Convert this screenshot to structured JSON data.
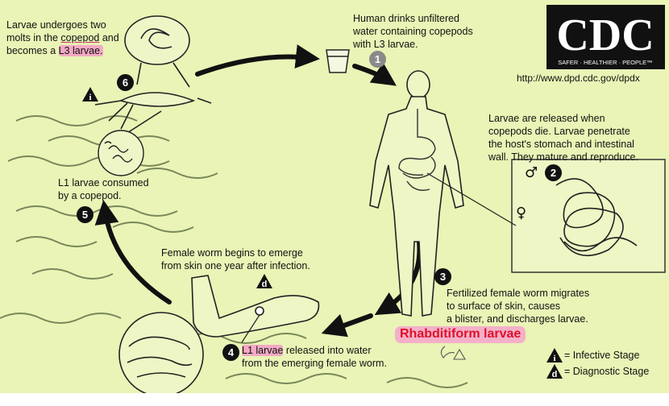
{
  "texts": {
    "molt_line1": "Larvae undergoes two",
    "molt_line2a": "molts in the ",
    "molt_line2b": "copepod",
    "molt_line2c": " and",
    "molt_line3a": "becomes a ",
    "molt_line3b": "L3 larvae.",
    "drink_line1": "Human drinks unfiltered",
    "drink_line2": "water containing copepods",
    "drink_line3": "with L3 larvae.",
    "url": "http://www.dpd.cdc.gov/dpdx",
    "release_line1": "Larvae are released when",
    "release_line2": "copepods die.  Larvae penetrate",
    "release_line3": "the host's stomach and intestinal",
    "release_line4": "wall.  They mature and reproduce.",
    "consumed_line1": "L1 larvae consumed",
    "consumed_line2": "by a copepod.",
    "emerge_line1": "Female worm begins to emerge",
    "emerge_line2": "from skin one year after infection.",
    "migrate_line1": "Fertilized female worm migrates",
    "migrate_line2": "to surface of skin, causes",
    "migrate_line3": "a blister, and discharges larvae.",
    "released_a": "L1 larvae",
    "released_b": " released into water",
    "released_line2": "from the emerging female worm.",
    "rhabditiform": "Rhabditiform larvae",
    "infective": "= Infective Stage",
    "diagnostic": "= Diagnostic Stage"
  },
  "logo": {
    "letters": "CDC",
    "tagline": "SAFER · HEALTHIER · PEOPLE™"
  },
  "steps": {
    "s1": "1",
    "s2": "2",
    "s3": "3",
    "s4": "4",
    "s5": "5",
    "s6": "6"
  },
  "stage_marks": {
    "infective": "i",
    "diagnostic": "d"
  },
  "colors": {
    "background": "#e9f4b6",
    "highlight": "#f3a9c4",
    "rhabditiform_text": "#e0102c"
  }
}
